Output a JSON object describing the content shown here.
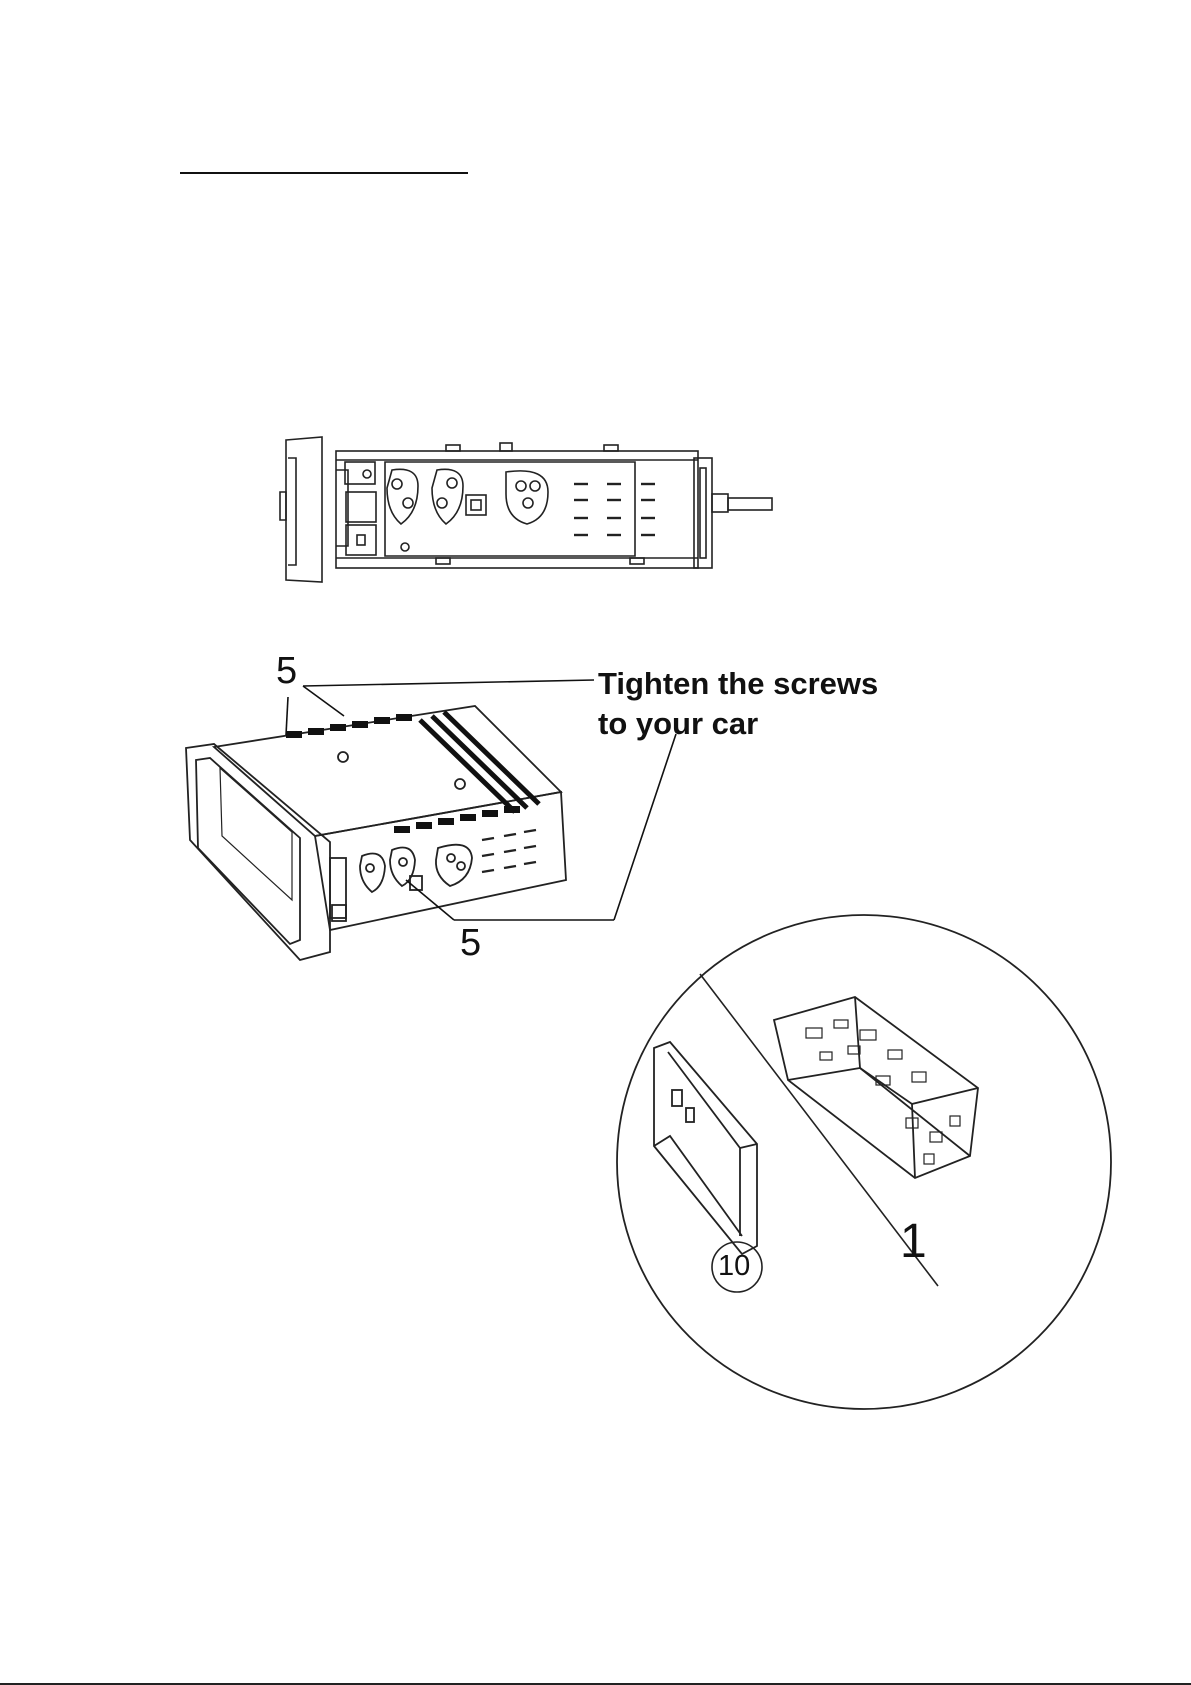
{
  "callout": {
    "line1": "Tighten the screws",
    "line2": "to your car"
  },
  "labels": {
    "top_number": "5",
    "bottom_number": "5",
    "part_frame": "10",
    "part_sleeve": "1"
  }
}
